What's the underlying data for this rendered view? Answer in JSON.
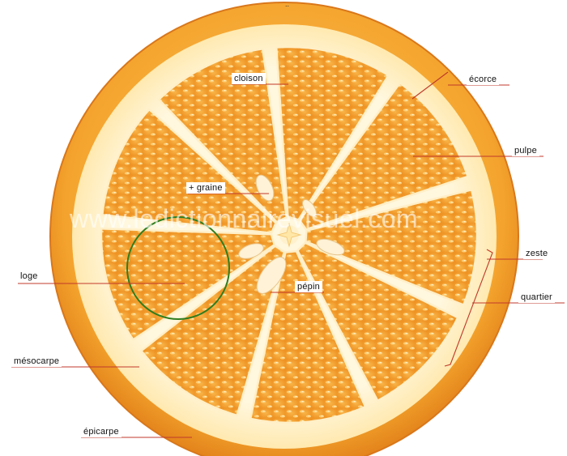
{
  "diagram": {
    "top_mark": "..",
    "watermark": "www.ledictionnairevisuel.com",
    "labels": {
      "cloison": "cloison",
      "ecorce": "écorce",
      "pulpe": "pulpe",
      "graine": "+ graine",
      "zeste": "zeste",
      "quartier": "quartier",
      "loge": "loge",
      "pepin": "pépin",
      "mesocarpe": "mésocarpe",
      "epicarpe": "épicarpe"
    }
  },
  "colors": {
    "rind": "#F2A12C",
    "rind_edge": "#E3851A",
    "pith": "#FFF4D2",
    "pulp": "#F7A530",
    "pulp_dark": "#E4861E",
    "vesicle": "#FFD886",
    "seed": "#FFF2D6",
    "leader_line": "#C0392B",
    "highlight_circle": "#2E7D1F"
  }
}
